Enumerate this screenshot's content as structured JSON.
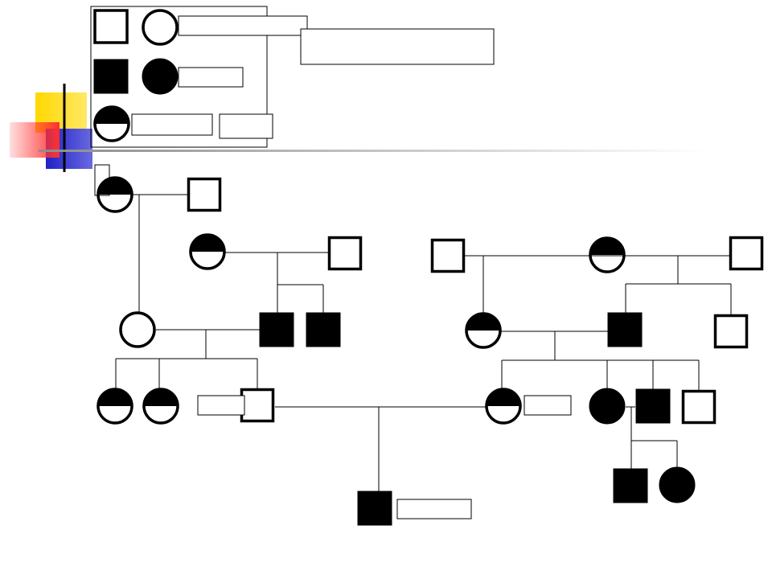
{
  "slide": {
    "accent_colors": {
      "yellow": "#ffd800",
      "red": "#ff3b3b",
      "blue": "#2b2bcc",
      "rule_gray": "#b8b8b8"
    }
  },
  "legend": {
    "items": [
      {
        "id": "legend-normal-male",
        "shape": "square",
        "fill": "empty"
      },
      {
        "id": "legend-normal-female",
        "shape": "circle",
        "fill": "empty"
      },
      {
        "id": "legend-affected-male",
        "shape": "square",
        "fill": "solid"
      },
      {
        "id": "legend-affected-female",
        "shape": "circle",
        "fill": "solid"
      },
      {
        "id": "legend-carrier-female",
        "shape": "circle",
        "fill": "half"
      }
    ],
    "label_boxes": [
      "blank",
      "blank",
      "blank",
      "blank",
      "blank"
    ]
  },
  "pedigree": {
    "symbol_colors": {
      "stroke": "#000000",
      "fill": "#000000",
      "empty": "#ffffff"
    },
    "individuals": [
      {
        "id": "g1-carrier-female",
        "generation": 1,
        "sex": "female",
        "status": "carrier"
      },
      {
        "id": "g1-normal-male",
        "generation": 1,
        "sex": "male",
        "status": "unaffected"
      },
      {
        "id": "g2-carrier-female",
        "generation": 2,
        "sex": "female",
        "status": "carrier"
      },
      {
        "id": "g2-normal-male-a",
        "generation": 2,
        "sex": "male",
        "status": "unaffected"
      },
      {
        "id": "g2-normal-male-b",
        "generation": 2,
        "sex": "male",
        "status": "unaffected"
      },
      {
        "id": "g2-carrier-female-b",
        "generation": 2,
        "sex": "female",
        "status": "carrier"
      },
      {
        "id": "g2-normal-male-c",
        "generation": 2,
        "sex": "male",
        "status": "unaffected"
      },
      {
        "id": "g3-normal-female",
        "generation": 3,
        "sex": "female",
        "status": "unaffected"
      },
      {
        "id": "g3-affected-male-a",
        "generation": 3,
        "sex": "male",
        "status": "affected"
      },
      {
        "id": "g3-affected-male-b",
        "generation": 3,
        "sex": "male",
        "status": "affected"
      },
      {
        "id": "g3-carrier-female",
        "generation": 3,
        "sex": "female",
        "status": "carrier"
      },
      {
        "id": "g3-affected-male-c",
        "generation": 3,
        "sex": "male",
        "status": "affected"
      },
      {
        "id": "g3-normal-male",
        "generation": 3,
        "sex": "male",
        "status": "unaffected"
      },
      {
        "id": "g4-carrier-female-a",
        "generation": 4,
        "sex": "female",
        "status": "carrier"
      },
      {
        "id": "g4-carrier-female-b",
        "generation": 4,
        "sex": "female",
        "status": "carrier"
      },
      {
        "id": "g4-normal-male",
        "generation": 4,
        "sex": "male",
        "status": "unaffected"
      },
      {
        "id": "g4-carrier-female-c",
        "generation": 4,
        "sex": "female",
        "status": "carrier"
      },
      {
        "id": "g4-affected-female",
        "generation": 4,
        "sex": "female",
        "status": "affected"
      },
      {
        "id": "g4-affected-male",
        "generation": 4,
        "sex": "male",
        "status": "affected"
      },
      {
        "id": "g4-normal-male-b",
        "generation": 4,
        "sex": "male",
        "status": "unaffected"
      },
      {
        "id": "g5-affected-male-a",
        "generation": 5,
        "sex": "male",
        "status": "affected"
      },
      {
        "id": "g5-affected-female",
        "generation": 5,
        "sex": "female",
        "status": "affected"
      },
      {
        "id": "g5-affected-male-proband",
        "generation": 5,
        "sex": "male",
        "status": "affected"
      }
    ],
    "blank_label_boxes": 5
  }
}
